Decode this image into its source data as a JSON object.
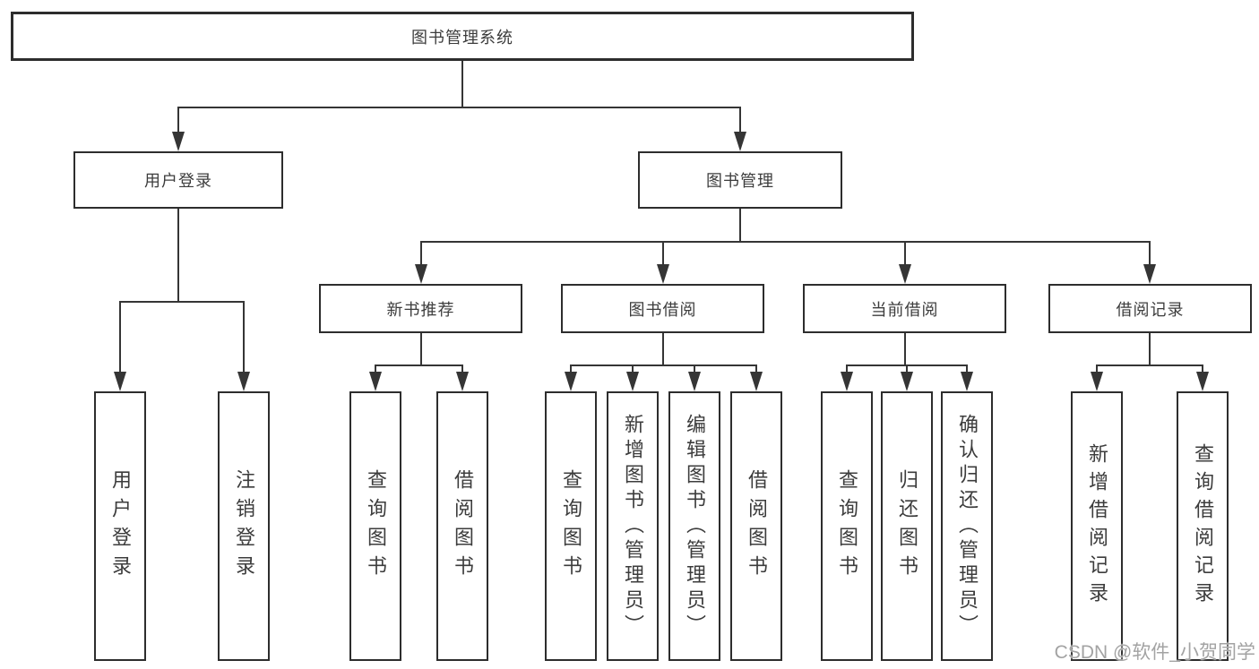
{
  "diagram": {
    "root": "图书管理系统",
    "branches": [
      {
        "label": "用户登录",
        "children": [
          "用户登录",
          "注销登录"
        ]
      },
      {
        "label": "图书管理",
        "groups": [
          {
            "label": "新书推荐",
            "children": [
              "查询图书",
              "借阅图书"
            ]
          },
          {
            "label": "图书借阅",
            "children": [
              "查询图书",
              "新增图书（管理员）",
              "编辑图书（管理员）",
              "借阅图书"
            ]
          },
          {
            "label": "当前借阅",
            "children": [
              "查询图书",
              "归还图书",
              "确认归还（管理员）"
            ]
          },
          {
            "label": "借阅记录",
            "children": [
              "新增借阅记录",
              "查询借阅记录"
            ]
          }
        ]
      }
    ]
  },
  "watermark": "CSDN @软件_小贺同学",
  "colors": {
    "line": "#353535",
    "box_border": "#2d2d2d",
    "text": "#3c3c3c",
    "watermark": "#a3a3a3",
    "background": "#ffffff"
  }
}
